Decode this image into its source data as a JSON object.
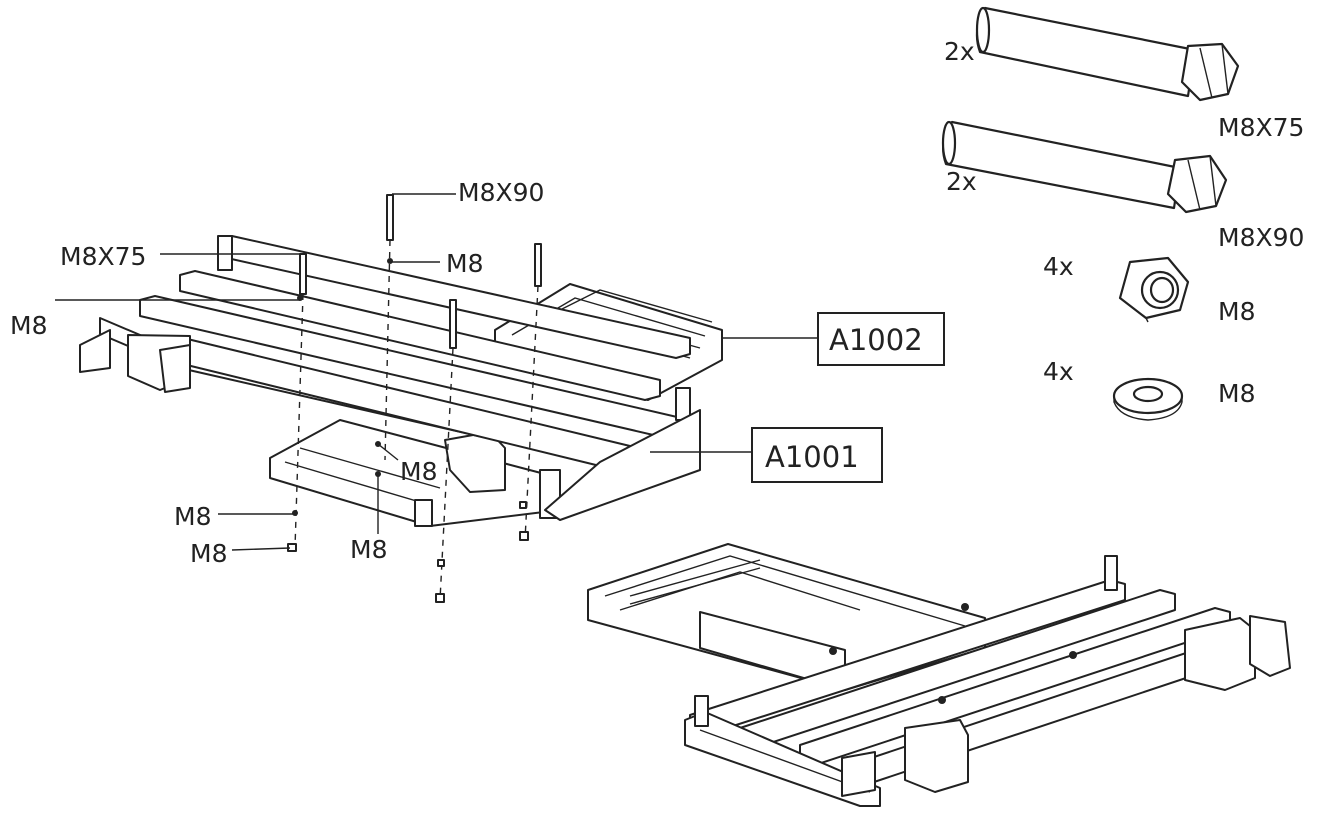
{
  "callouts": {
    "m8x90_top": "M8X90",
    "m8x75_left": "M8X75",
    "m8_nut_top": "M8",
    "m8_left": "M8",
    "a1002": "A1002",
    "a1001": "A1001",
    "m8_mid": "M8",
    "m8_bottom_1": "M8",
    "m8_bottom_2": "M8",
    "m8_bottom_center": "M8"
  },
  "hardware_list": [
    {
      "qty": "2x",
      "code": "M8X75",
      "icon": "hex-bolt-icon"
    },
    {
      "qty": "2x",
      "code": "M8X90",
      "icon": "hex-bolt-icon"
    },
    {
      "qty": "4x",
      "code": "M8",
      "icon": "hex-nut-icon"
    },
    {
      "qty": "4x",
      "code": "M8",
      "icon": "washer-icon"
    }
  ]
}
